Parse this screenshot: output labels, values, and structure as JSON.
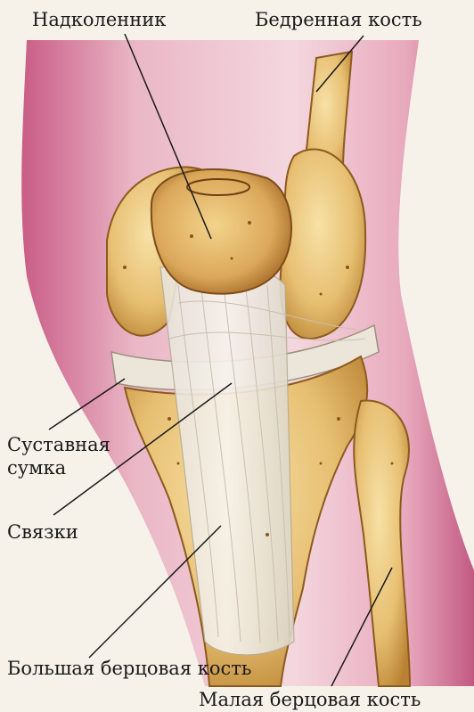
{
  "labels": {
    "patella": "Надколенник",
    "femur": "Бедренная кость",
    "capsule_line1": "Суставная",
    "capsule_line2": "сумка",
    "ligaments": "Связки",
    "tibia": "Большая берцовая кость",
    "fibula": "Малая берцовая кость"
  }
}
